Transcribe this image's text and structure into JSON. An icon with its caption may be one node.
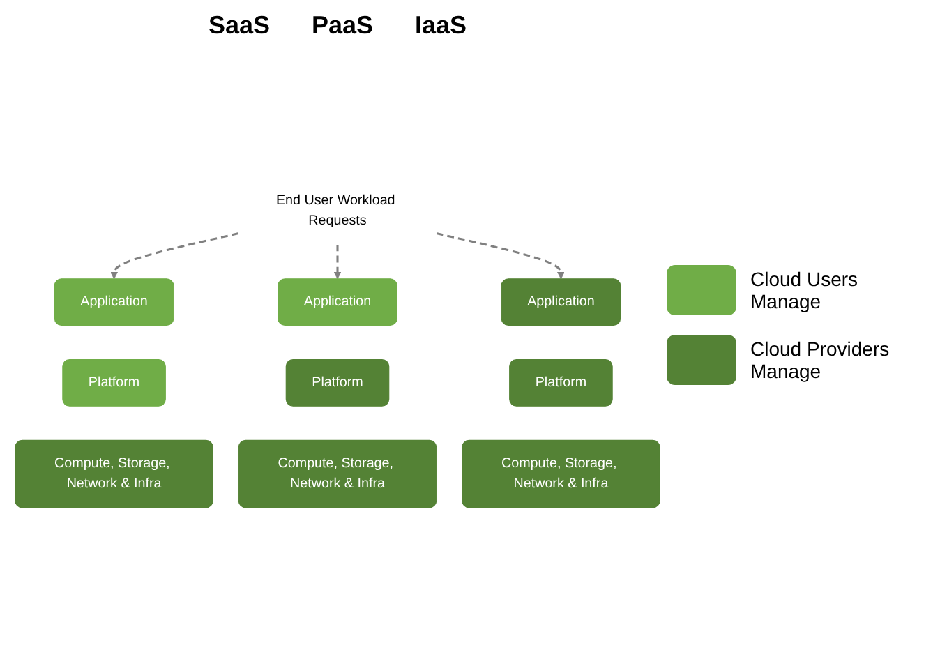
{
  "diagram": {
    "nodes": [
      {
        "text": [
          "End User Workload Requests"
        ]
      },
      {
        "text": [
          "Application"
        ]
      },
      {
        "text": [
          "Application"
        ]
      },
      {
        "text": [
          "Application"
        ]
      },
      {
        "text": [
          "Platform"
        ]
      },
      {
        "text": [
          "Platform"
        ]
      },
      {
        "text": [
          "Platform"
        ]
      },
      {
        "text": [
          "Compute, Storage, Network & Infra"
        ]
      },
      {
        "text": [
          "Compute, Storage, Network & Infra"
        ]
      },
      {
        "text": [
          "Compute, Storage, Network & Infra"
        ]
      }
    ],
    "edges": [
      {
        "from": 0,
        "to": 1,
        "arrow": "to",
        "style": "dashed"
      },
      {
        "from": 0,
        "to": 2,
        "arrow": "to",
        "style": "dashed"
      },
      {
        "from": 0,
        "to": 3,
        "arrow": "to",
        "style": "dashed"
      }
    ],
    "labels": [
      "SaaS",
      "PaaS",
      "IaaS"
    ],
    "legend": [
      {
        "text": "Cloud Users Manage",
        "color": "#70ad47"
      },
      {
        "text": "Cloud Providers Manage",
        "color": "#548235"
      }
    ]
  }
}
